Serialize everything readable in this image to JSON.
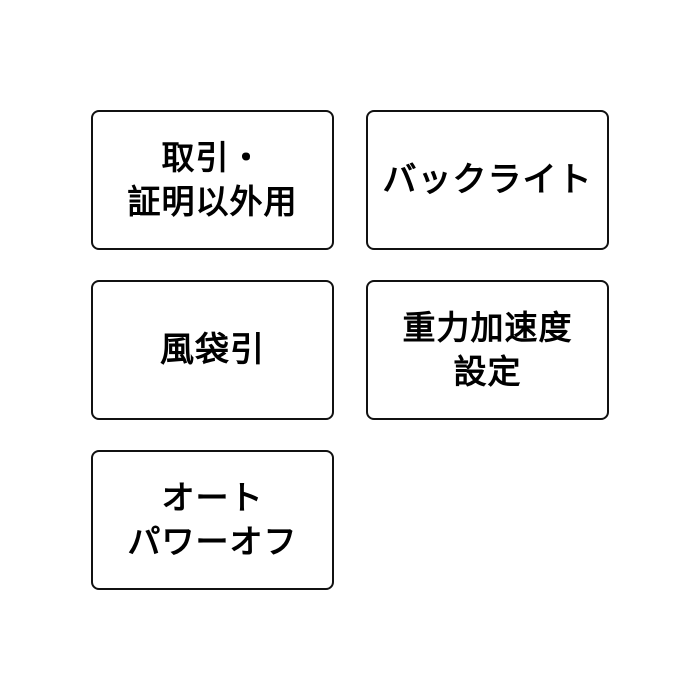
{
  "buttons": [
    {
      "lines": [
        "取引・",
        "証明以外用"
      ]
    },
    {
      "lines": [
        "バックライト"
      ]
    },
    {
      "lines": [
        "風袋引"
      ]
    },
    {
      "lines": [
        "重力加速度",
        "設定"
      ]
    },
    {
      "lines": [
        "オート",
        "パワーオフ"
      ]
    }
  ]
}
